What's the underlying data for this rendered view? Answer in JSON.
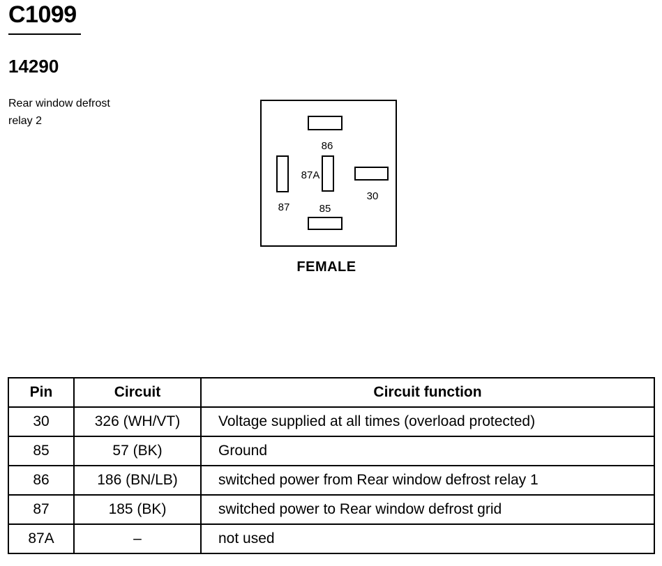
{
  "header": {
    "connector_id": "C1099",
    "part_number": "14290",
    "description_line1": "Rear window defrost",
    "description_line2": "relay 2"
  },
  "diagram": {
    "pins": {
      "p86": "86",
      "p87a": "87A",
      "p30": "30",
      "p87": "87",
      "p85": "85"
    },
    "face_label": "FEMALE"
  },
  "table": {
    "headers": {
      "pin": "Pin",
      "circuit": "Circuit",
      "function": "Circuit function"
    },
    "rows": [
      {
        "pin": "30",
        "circuit": "326 (WH/VT)",
        "function": "Voltage supplied at all times (overload protected)"
      },
      {
        "pin": "85",
        "circuit": "57 (BK)",
        "function": "Ground"
      },
      {
        "pin": "86",
        "circuit": "186 (BN/LB)",
        "function": "switched power from Rear window defrost relay 1"
      },
      {
        "pin": "87",
        "circuit": "185 (BK)",
        "function": "switched power to Rear window defrost grid"
      },
      {
        "pin": "87A",
        "circuit": "–",
        "function": "not used"
      }
    ]
  }
}
